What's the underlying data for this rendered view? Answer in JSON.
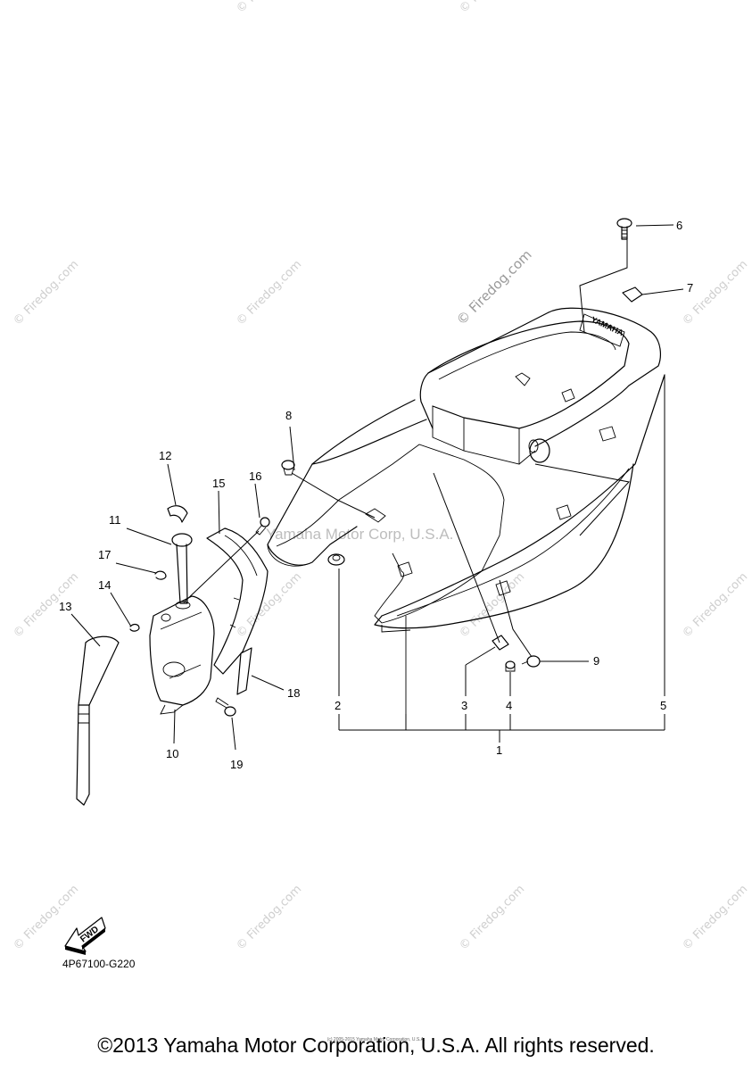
{
  "diagram": {
    "part_code": "4P67100-G220",
    "copyright": "©2013 Yamaha Motor Corporation, U.S.A. All rights reserved.",
    "tiny_copyright": "(c) 2005-2015 Yamaha Motor Corporation, U.S.A.",
    "fwd_label": "FWD",
    "brand_text": "YAMAHA",
    "watermark_main": "© Firedog.com",
    "watermark_center": "Yamaha Motor Corp, U.S.A.",
    "watermark_tile": "© Firedog.com",
    "callouts": [
      "1",
      "2",
      "3",
      "4",
      "5",
      "6",
      "7",
      "8",
      "9",
      "10",
      "11",
      "12",
      "13",
      "14",
      "15",
      "16",
      "17",
      "18",
      "19"
    ]
  }
}
